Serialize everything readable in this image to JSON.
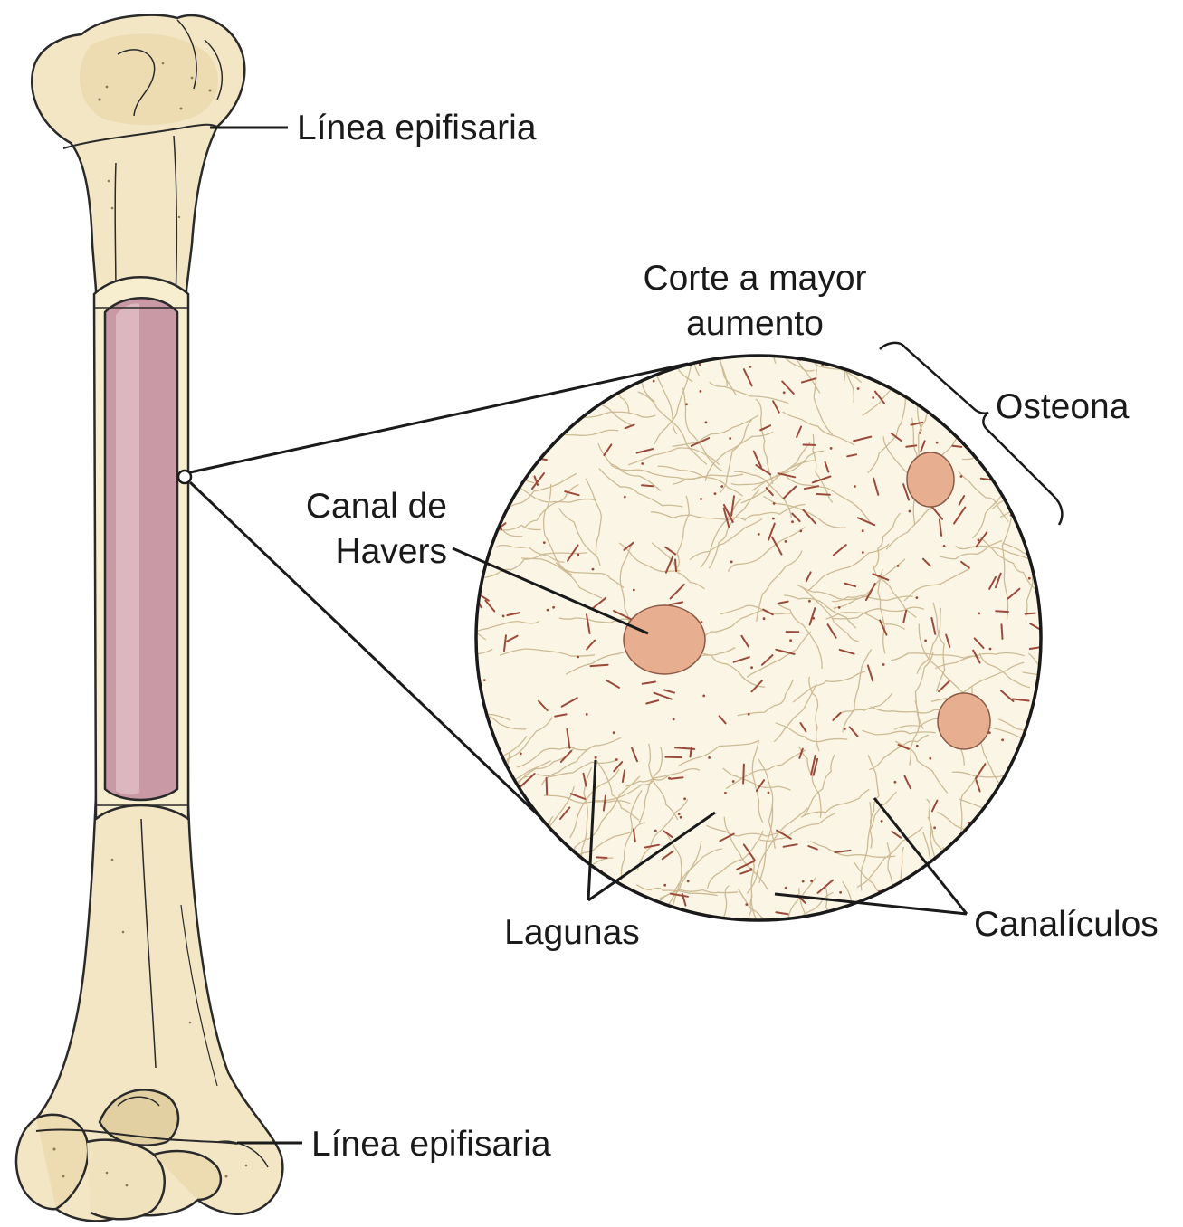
{
  "labels": {
    "epiphyseal_top": "Línea epifisaria",
    "epiphyseal_bottom": "Línea epifisaria",
    "zoom_line1": "Corte a mayor",
    "zoom_line2": "aumento",
    "osteon": "Osteona",
    "haversian_line1": "Canal de",
    "haversian_line2": "Havers",
    "lacunae": "Lagunas",
    "canaliculi": "Canalículos"
  },
  "colors": {
    "bone": "#F3E6C4",
    "bone_shade": "#E2CFA2",
    "outline": "#2a2a2a",
    "marrow": "#C99AA6",
    "marrow_light": "#DDB7BF",
    "canal": "#E8AE90",
    "lacuna_mark": "#9B4A3A",
    "fiber": "#CDBB95",
    "section_bg": "#FBF5E6"
  }
}
